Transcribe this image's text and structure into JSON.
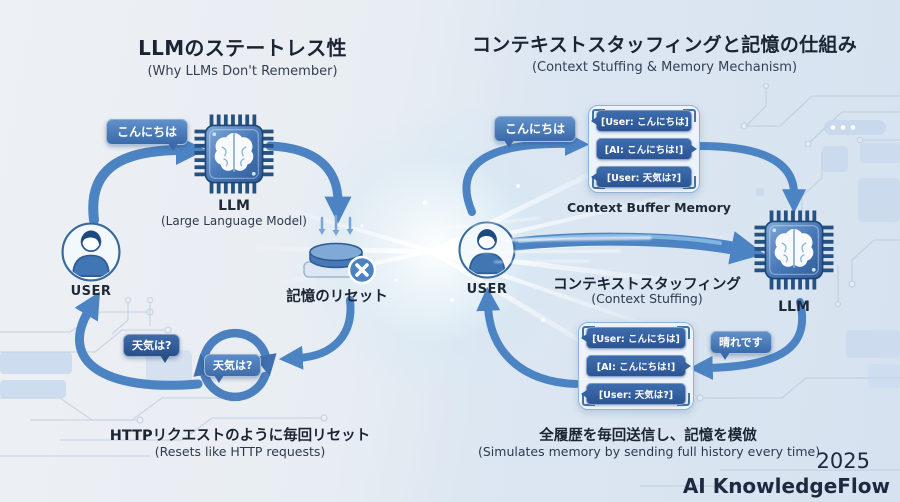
{
  "header": {
    "left_title": "LLMのステートレス性",
    "left_subtitle": "(Why LLMs Don't Remember)",
    "right_title": "コンテキストスタッフィングと記憶の仕組み",
    "right_subtitle": "(Context Stuffing & Memory Mechanism)"
  },
  "left": {
    "greeting_bubble": "こんにちは",
    "llm_label": "LLM",
    "llm_sublabel": "(Large Language Model)",
    "user_label": "USER",
    "reset_label": "記憶のリセット",
    "weather_bubble": "天気は?",
    "cycle_bubble": "天気は?",
    "caption": "HTTPリクエストのように毎回リセット",
    "caption_sub": "(Resets like HTTP requests)"
  },
  "right": {
    "greeting_bubble": "こんにちは",
    "buffer_label": "Context Buffer Memory",
    "buffer_messages": [
      "[User: こんにちは]",
      "[AI: こんにちは!]",
      "[User: 天気は?]"
    ],
    "stuffing_label": "コンテキストスタッフィング",
    "stuffing_sublabel": "(Context Stuffing)",
    "llm_label": "LLM",
    "user_label": "USER",
    "history_messages": [
      "[User: こんにちは]",
      "[AI: こんにちは!]",
      "[User: 天気は?]"
    ],
    "answer_bubble": "晴れです",
    "caption": "全履歴を毎回送信し、記憶を模倣",
    "caption_sub": "(Simulates memory by sending full history every time)"
  },
  "footer": {
    "year": "2025",
    "brand": "AI KnowledgeFlow"
  },
  "colors": {
    "arrow": "#4c84c3",
    "pill_dark": "#2c5493",
    "ink": "#1b2433",
    "chip": "#3a6ba6"
  }
}
